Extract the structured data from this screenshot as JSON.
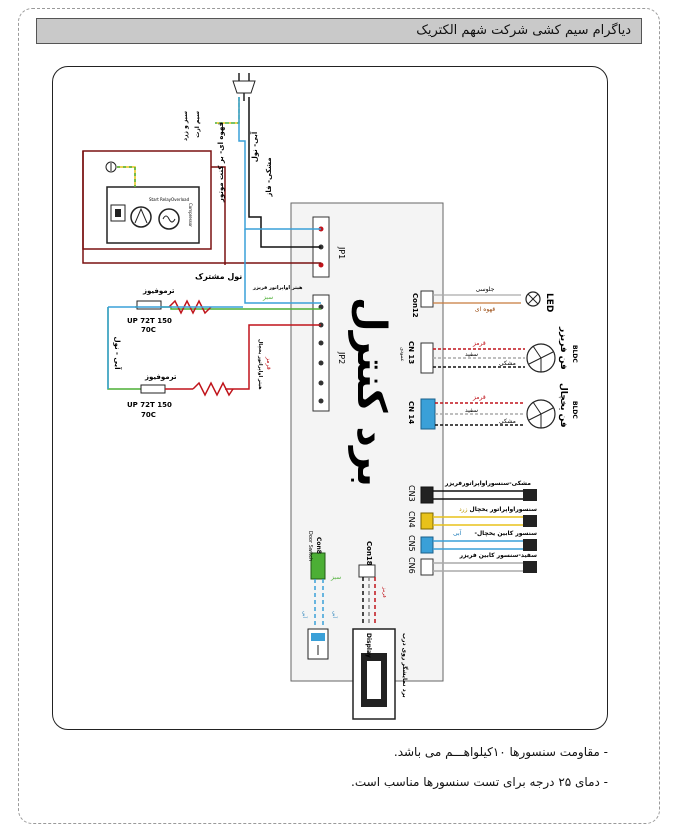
{
  "header": {
    "title": "دیاگرام سیم کشی  شرکت شهم الکتریک"
  },
  "board": {
    "name": "برد کنترل",
    "connectors": {
      "jp1": "JP1",
      "jp2": "JP2",
      "con12": "Con12",
      "cn13": "CN 13",
      "cn14": "CN 14",
      "cn3": "CN3",
      "cn4": "CN4",
      "cn5": "CN5",
      "cn6": "CN6",
      "con8": "Con8",
      "con8_sub": "Door Switch",
      "con18": "Con18"
    }
  },
  "compressor": {
    "start_relay": "Start Relay",
    "overload": "Overload",
    "compressor": "Compressor",
    "wire_label": "قهوه ای- بر کنت موتور"
  },
  "power": {
    "earth_wire": "سیم ارت",
    "earth_color": "سبز و زرد",
    "phase_wire": "مشکی- فاز",
    "neutral_wire": "آبی- نول",
    "common_neutral": "نول مشترک",
    "ac_neutral": "آبی - نول"
  },
  "heaters": {
    "freezer_heater": "هیتر اواپراتور فریزر",
    "fridge_heater": "هیتر اواپراتور یخچال",
    "green": "سبز",
    "red": "قرمز",
    "thermofuse_1": "ترموفیوز",
    "thermofuse_1_spec1": "UP 72T 150",
    "thermofuse_1_spec2": "70C",
    "thermofuse_2": "ترموفیوز",
    "thermofuse_2_spec1": "UP 72T 150",
    "thermofuse_2_spec2": "70C"
  },
  "led": {
    "label": "LED",
    "wire1": "جلوسی",
    "wire2": "قهوه ای"
  },
  "fan_freezer": {
    "label": "فن فریزر",
    "type": "BLDC",
    "sub": "عمودی",
    "wire_red": "قرمز",
    "wire_white": "سفید",
    "wire_black": "مشکی"
  },
  "fan_fridge": {
    "label": "فن یخچال",
    "type": "BLDC",
    "wire_red": "قرمز",
    "wire_white": "سفید",
    "wire_black": "مشکی"
  },
  "sensors": {
    "cn3_label": "مشکی-سنسوراواپراتورفریزر",
    "cn4_label": "سنسوراواپراتور یخچال",
    "cn4_color": "زرد",
    "cn5_label": "-سنسور کابین یخچال",
    "cn5_color": "آبی",
    "cn6_label": "سفید-سنسور کابین فریزر"
  },
  "door": {
    "blue": "آبی",
    "green": "سبز"
  },
  "display": {
    "label": "Display",
    "sub": "برد نمایشگر روی درب",
    "wire_red": "قرمز"
  },
  "notes": [
    "- مقاومت سنسورها ۱۰کیلواهـــم می باشد.",
    "- دمای ۲۵ درجه برای تست سنسورها مناسب است."
  ],
  "colors": {
    "blue": "#3aa0d8",
    "red": "#c0141b",
    "green": "#4caf35",
    "yellow": "#e8c21a",
    "dark_red": "#7a1010",
    "black": "#111111",
    "board_gray": "#f5f5f5"
  },
  "icons": [
    "plug-icon",
    "ground-icon",
    "fan-icon",
    "led-icon",
    "resistor-icon",
    "door-switch-icon",
    "display-icon"
  ]
}
